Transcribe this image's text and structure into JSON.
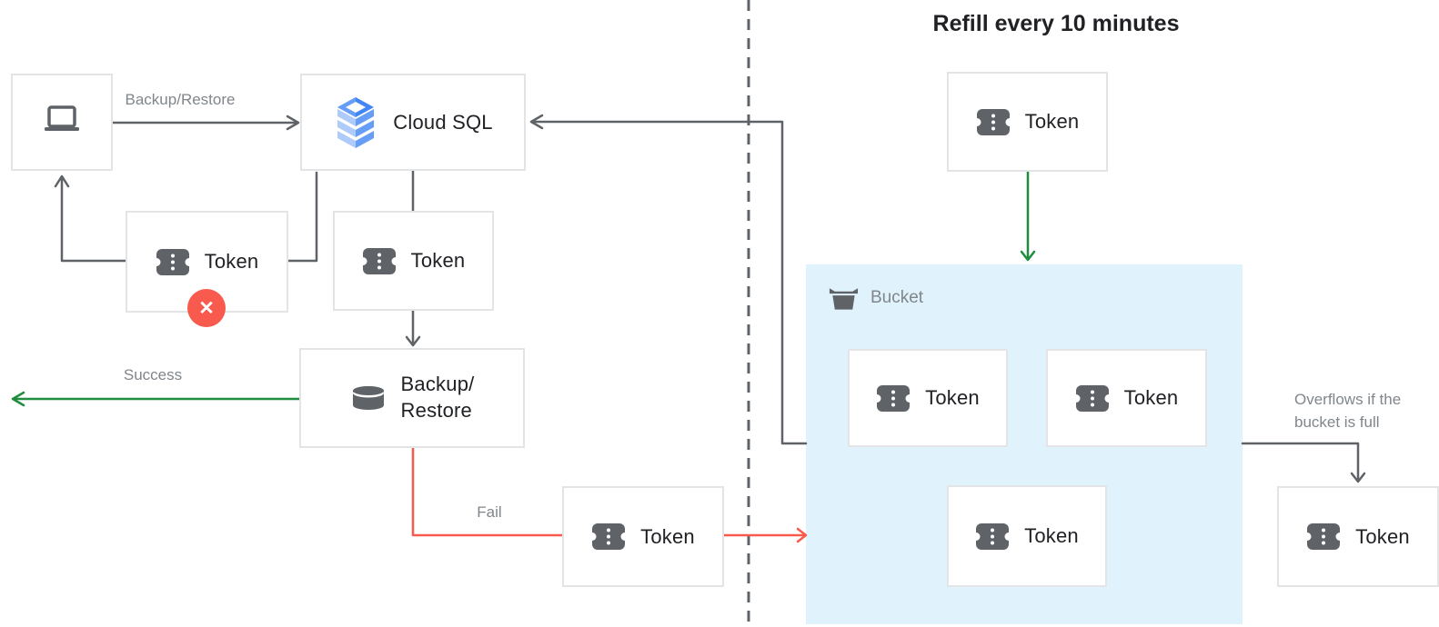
{
  "title": "Refill every 10 minutes",
  "colors": {
    "arrow_gray": "#5F6368",
    "icon_gray": "#5F6368",
    "green": "#1E8E3E",
    "red": "#F85A4D",
    "border_gray": "#E3E4E6",
    "bucket_blue": "#E0F3FC",
    "text_dark": "#202124",
    "text_gray": "#80868B"
  },
  "nodes": {
    "client": {
      "icon": "laptop-icon"
    },
    "cloud_sql": {
      "label": "Cloud SQL",
      "icon": "cloud-sql-icon"
    },
    "token_rejected": {
      "label": "Token",
      "icon": "token-icon",
      "badge": "error-x"
    },
    "token_pending": {
      "label": "Token",
      "icon": "token-icon"
    },
    "backup_restore": {
      "label_line1": "Backup/",
      "label_line2": "Restore",
      "icon": "database-icon"
    },
    "token_fail": {
      "label": "Token",
      "icon": "token-icon"
    },
    "token_refill": {
      "label": "Token",
      "icon": "token-icon"
    },
    "bucket": {
      "label": "Bucket",
      "icon": "bucket-icon",
      "tokens": [
        {
          "label": "Token",
          "icon": "token-icon"
        },
        {
          "label": "Token",
          "icon": "token-icon"
        },
        {
          "label": "Token",
          "icon": "token-icon"
        }
      ]
    },
    "token_overflow": {
      "label": "Token",
      "icon": "token-icon"
    }
  },
  "edge_labels": {
    "backup_restore": "Backup/Restore",
    "success": "Success",
    "fail": "Fail",
    "overflow_line1": "Overflows if the",
    "overflow_line2": "bucket is full"
  }
}
